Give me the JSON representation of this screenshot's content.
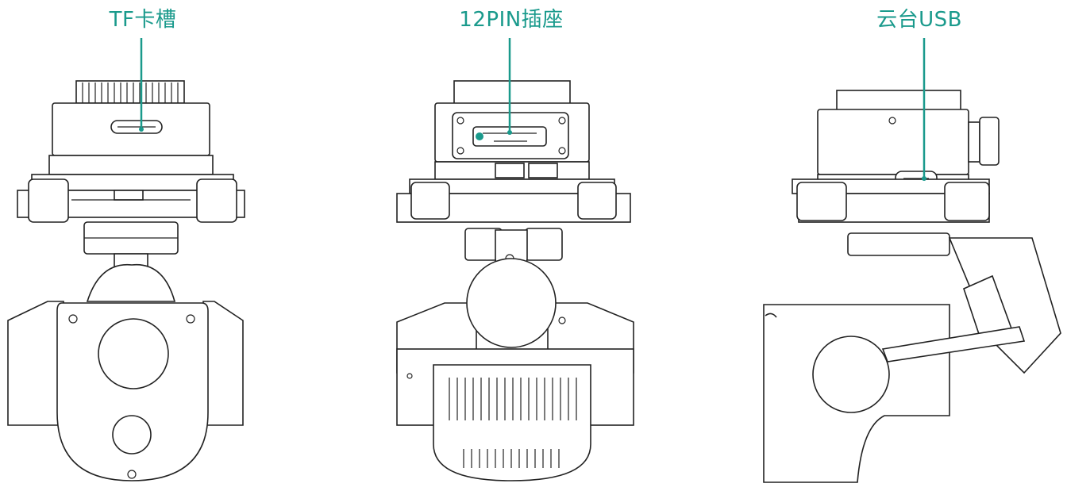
{
  "callouts": [
    {
      "label": "TF卡槽"
    },
    {
      "label": "12PIN插座"
    },
    {
      "label": "云台USB"
    }
  ],
  "pin_marker": "pin1",
  "colors": {
    "accent": "#1a9a8c",
    "outline": "#222222"
  }
}
